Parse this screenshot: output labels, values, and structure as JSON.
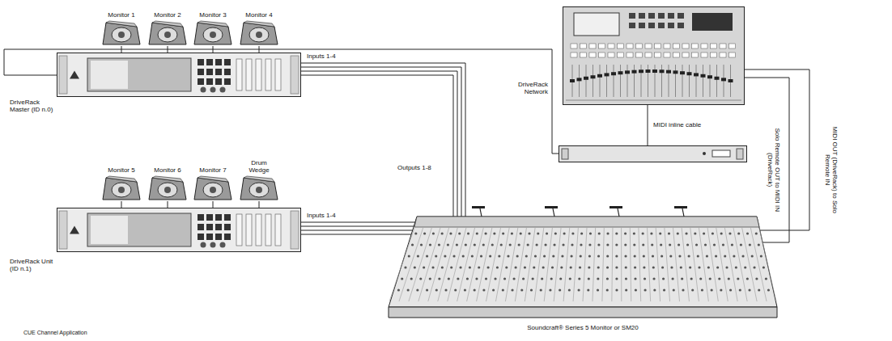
{
  "diagram": {
    "nodes": [
      {
        "text": [
          "Monitor 1"
        ]
      },
      {
        "text": [
          "Monitor 2"
        ]
      },
      {
        "text": [
          "Monitor 3"
        ]
      },
      {
        "text": [
          "Monitor 4"
        ]
      },
      {
        "text": [
          "DriveRack Master (ID n.0)"
        ]
      },
      {
        "text": [
          "DriveRack Network"
        ]
      },
      {
        "text": [
          "Monitor 5"
        ]
      },
      {
        "text": [
          "Monitor 6"
        ]
      },
      {
        "text": [
          "Monitor 7"
        ]
      },
      {
        "text": [
          "Drum Wedge"
        ]
      },
      {
        "text": [
          "DriveRack Unit (ID n.1)"
        ]
      },
      {
        "text": [
          "Soundcraft® Series 5 Monitor or SM20"
        ]
      }
    ],
    "edges": [
      {
        "from": 0,
        "to": 4,
        "arrow": "none"
      },
      {
        "from": 1,
        "to": 4,
        "arrow": "none"
      },
      {
        "from": 2,
        "to": 4,
        "arrow": "none"
      },
      {
        "from": 3,
        "to": 4,
        "arrow": "none"
      },
      {
        "from": 6,
        "to": 10,
        "arrow": "none"
      },
      {
        "from": 7,
        "to": 10,
        "arrow": "none"
      },
      {
        "from": 8,
        "to": 10,
        "arrow": "none"
      },
      {
        "from": 9,
        "to": 10,
        "arrow": "none"
      },
      {
        "from": 4,
        "to": 11,
        "label": "Inputs 1-4",
        "arrow": "none"
      },
      {
        "from": 10,
        "to": 11,
        "label": "Inputs 1-4",
        "arrow": "none"
      },
      {
        "from": 11,
        "to": 5,
        "label": "Solo Remote OUT to MIDI IN (DriveRack)",
        "arrow": "none"
      },
      {
        "from": 5,
        "to": 11,
        "label": "MIDI OUT (DriveRack) to Solo Remote IN",
        "arrow": "none"
      }
    ],
    "labels": [
      "Outputs 1-8",
      "MIDI inline cable",
      "CUE Channel Application"
    ]
  }
}
